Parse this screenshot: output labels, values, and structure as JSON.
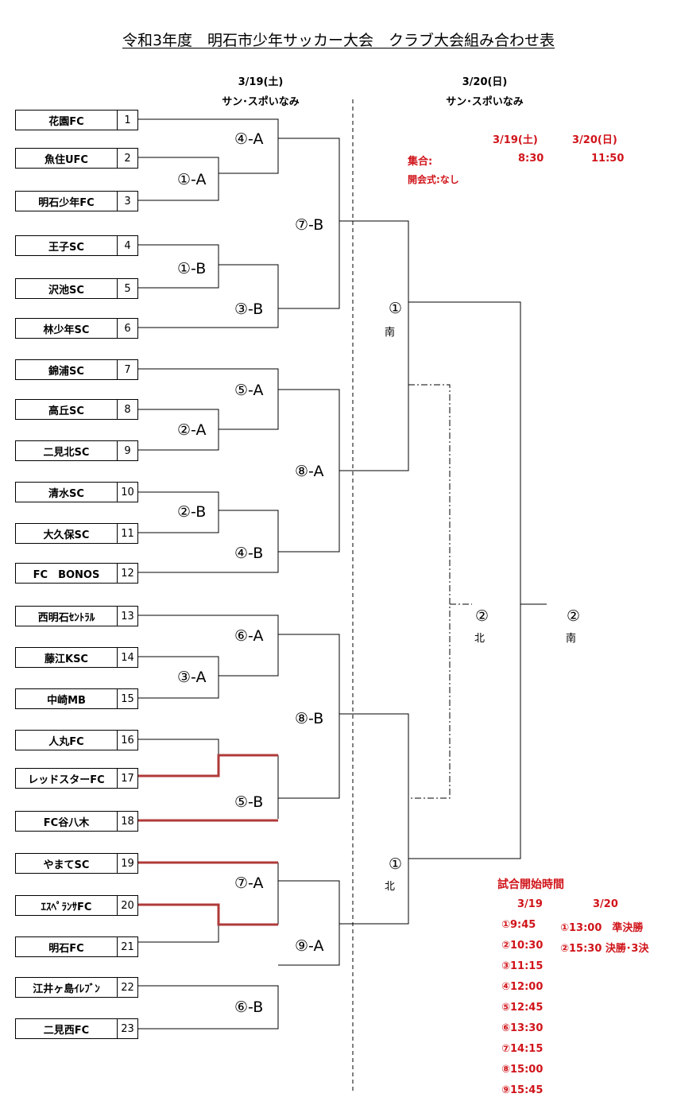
{
  "title": "令和3年度　明石市少年サッカー大会　クラブ大会組み合わせ表",
  "day1": {
    "date": "3/19(土)",
    "venue": "サン･スポいなみ"
  },
  "day2": {
    "date": "3/20(日)",
    "venue": "サン･スポいなみ"
  },
  "assembly": {
    "col1_header": "3/19(土)",
    "col2_header": "3/20(日)",
    "label": "集合:",
    "time1": "8:30",
    "time2": "11:50",
    "opening": "開会式:なし"
  },
  "teams": [
    {
      "name": "花園FC",
      "no": "1"
    },
    {
      "name": "魚住UFC",
      "no": "2"
    },
    {
      "name": "明石少年FC",
      "no": "3"
    },
    {
      "name": "王子SC",
      "no": "4"
    },
    {
      "name": "沢池SC",
      "no": "5"
    },
    {
      "name": "林少年SC",
      "no": "6"
    },
    {
      "name": "錦浦SC",
      "no": "7"
    },
    {
      "name": "高丘SC",
      "no": "8"
    },
    {
      "name": "二見北SC",
      "no": "9"
    },
    {
      "name": "清水SC",
      "no": "10"
    },
    {
      "name": "大久保SC",
      "no": "11"
    },
    {
      "name": "FC　BONOS",
      "no": "12"
    },
    {
      "name": "西明石ｾﾝﾄﾗﾙ",
      "no": "13"
    },
    {
      "name": "藤江KSC",
      "no": "14"
    },
    {
      "name": "中崎MB",
      "no": "15"
    },
    {
      "name": "人丸FC",
      "no": "16"
    },
    {
      "name": "レッドスターFC",
      "no": "17"
    },
    {
      "name": "FC谷八木",
      "no": "18"
    },
    {
      "name": "やまてSC",
      "no": "19"
    },
    {
      "name": "ｴｽﾍﾟﾗﾝｻFC",
      "no": "20"
    },
    {
      "name": "明石FC",
      "no": "21"
    },
    {
      "name": "江井ヶ島ｲﾚﾌﾞﾝ",
      "no": "22"
    },
    {
      "name": "二見西FC",
      "no": "23"
    }
  ],
  "matches": {
    "m1A": "①-A",
    "m1B": "①-B",
    "m2A": "②-A",
    "m2B": "②-B",
    "m3A": "③-A",
    "m4A": "④-A",
    "m3B": "③-B",
    "m5A": "⑤-A",
    "m4B": "④-B",
    "m6A": "⑥-A",
    "m5B": "⑤-B",
    "m7A": "⑦-A",
    "m6B": "⑥-B",
    "m7B": "⑦-B",
    "m8A": "⑧-A",
    "m8B": "⑧-B",
    "m9A": "⑨-A",
    "sf1": "①",
    "sf1_court": "南",
    "sf2": "①",
    "sf2_court": "北",
    "third": "②",
    "third_court": "北",
    "final": "②",
    "final_court": "南"
  },
  "schedule": {
    "title": "試合開始時間",
    "col1_header": "3/19",
    "col2_header": "3/20",
    "day1": [
      "①9:45",
      "②10:30",
      "③11:15",
      "④12:00",
      "⑤12:45",
      "⑥13:30",
      "⑦14:15",
      "⑧15:00",
      "⑨15:45"
    ],
    "day2": [
      "①13:00　準決勝",
      "②15:30 決勝･3決"
    ]
  },
  "colors": {
    "winner_line": "#b03a3a",
    "schedule_text": "#d0141a"
  }
}
